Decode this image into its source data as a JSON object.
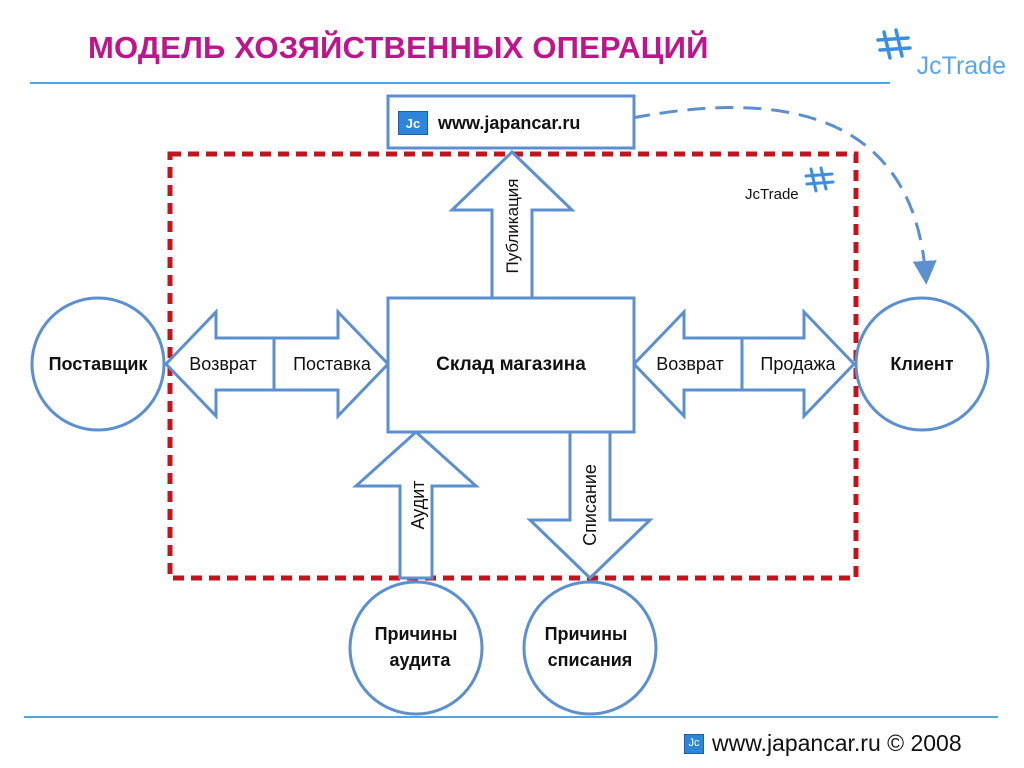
{
  "title": "МОДЕЛЬ ХОЗЯЙСТВЕННЫХ ОПЕРАЦИЙ",
  "logo": {
    "text": "JcTrade",
    "icon": "jctrade-logo-icon"
  },
  "footer": {
    "icon_text": "Jc",
    "text": "www.japancar.ru © 2008"
  },
  "website_box": {
    "icon_text": "Jc",
    "label": "www.japancar.ru"
  },
  "boundary_label": "JcTrade",
  "nodes": {
    "warehouse": "Склад магазина",
    "supplier": "Поставщик",
    "client": "Клиент",
    "audit_reasons": [
      "Причины",
      "аудита"
    ],
    "writeoff_reasons": [
      "Причины",
      "списания"
    ]
  },
  "arrows": {
    "supplier_return": "Возврат",
    "supplier_delivery": "Поставка",
    "client_return": "Возврат",
    "client_sale": "Продажа",
    "publication": "Публикация",
    "audit": "Аудит",
    "writeoff": "Списание"
  },
  "colors": {
    "title": "#c0148c",
    "accent_blue": "#5b8fcf",
    "boundary_red": "#c0141e",
    "rule_blue": "#4fa6e0"
  }
}
